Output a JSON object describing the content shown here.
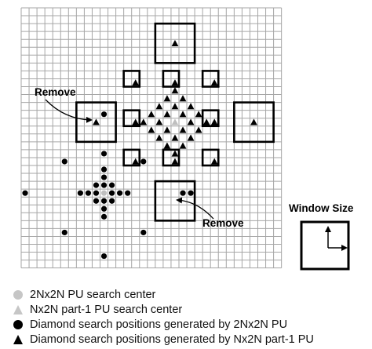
{
  "labels": {
    "remove_top": "Remove",
    "remove_bottom": "Remove",
    "window_size": "Window Size"
  },
  "legend": [
    {
      "symbol": "gray-circle",
      "label": "2Nx2N PU search center"
    },
    {
      "symbol": "gray-triangle",
      "label": "Nx2N part-1 PU search center"
    },
    {
      "symbol": "black-circle",
      "label": "Diamond search positions generated by 2Nx2N PU"
    },
    {
      "symbol": "black-triangle",
      "label": "Diamond search positions generated by Nx2N part-1 PU"
    }
  ],
  "colors": {
    "grid_line": "#a6a6a6",
    "marker": "#000000",
    "center_marker": "#bfbfbf",
    "window_border": "#000000"
  }
}
